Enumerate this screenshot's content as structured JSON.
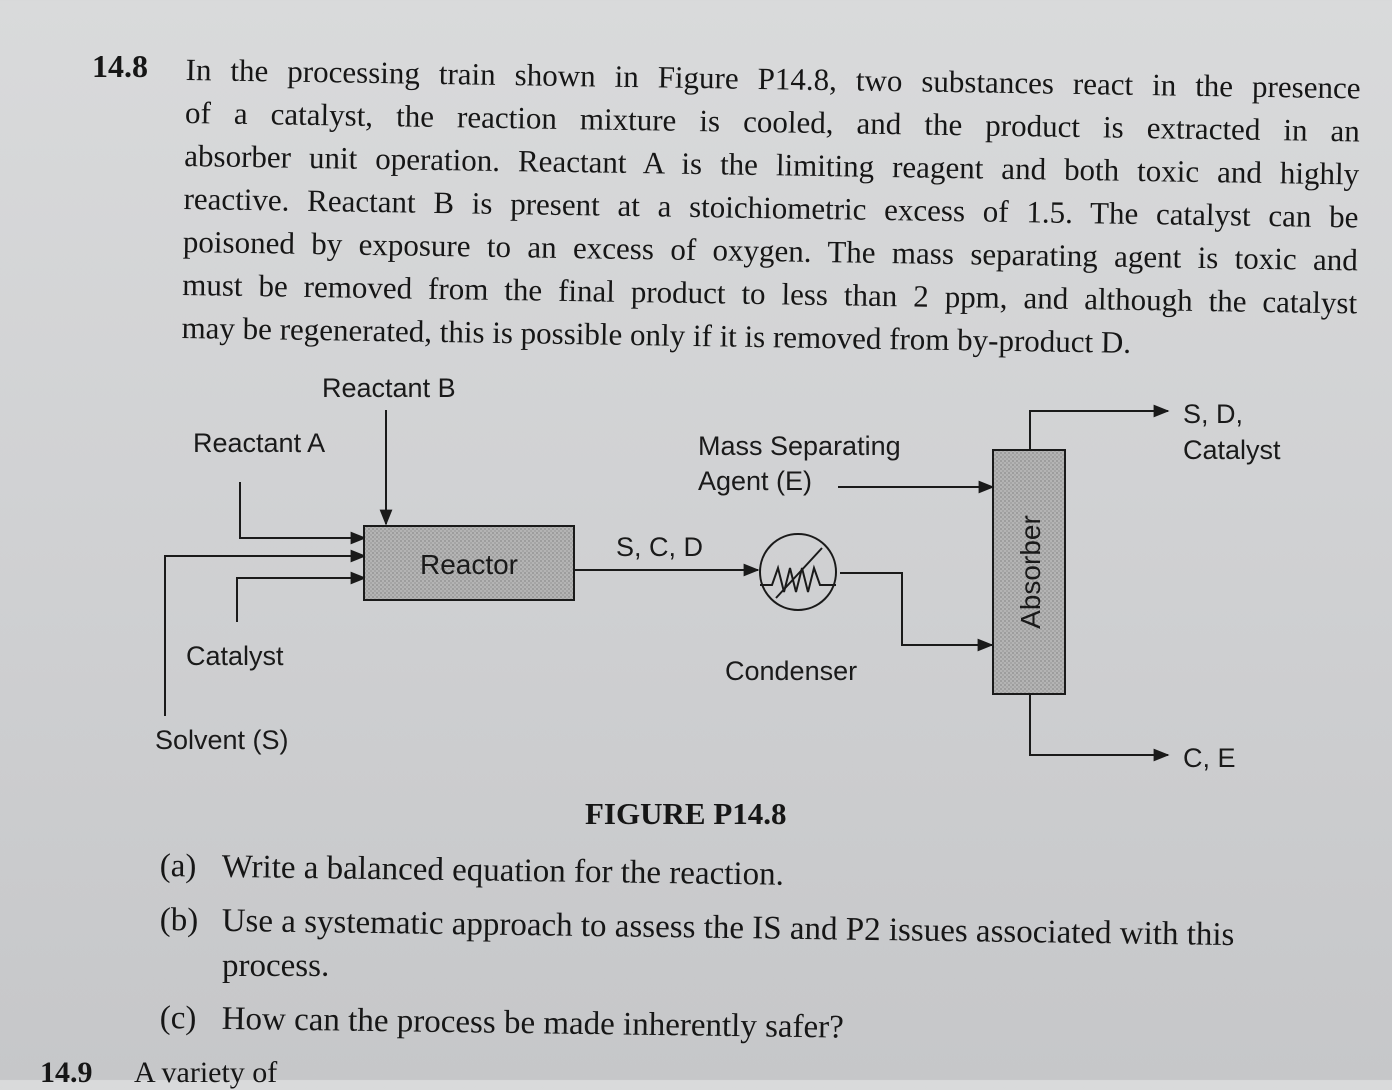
{
  "problem": {
    "number": "14.8",
    "lines": [
      "In the processing train shown in Figure P14.8, two substances react in the presence",
      "of a catalyst, the reaction mixture is cooled, and the product is extracted in an",
      "absorber unit operation. Reactant A is the limiting reagent and both toxic and highly",
      "reactive. Reactant B is present at a stoichiometric excess of 1.5. The catalyst can be",
      "poisoned by exposure to an excess of oxygen. The mass separating agent is toxic and",
      "must be removed from the final product to less than 2 ppm, and although the catalyst",
      "may be regenerated, this is possible only if it is removed from by-product D."
    ]
  },
  "figure": {
    "labels": {
      "reactant_b": "Reactant B",
      "reactant_a": "Reactant A",
      "catalyst": "Catalyst",
      "solvent": "Solvent (S)",
      "reactor": "Reactor",
      "reactor_outlet": "S, C, D",
      "msa_line1": "Mass Separating",
      "msa_line2": "Agent (E)",
      "condenser": "Condenser",
      "absorber": "Absorber",
      "top_product_line1": "S, D,",
      "top_product_line2": "Catalyst",
      "bottom_product": "C, E"
    },
    "caption": "FIGURE P14.8"
  },
  "questions": [
    {
      "tag": "(a)",
      "text": "Write a balanced equation for the reaction."
    },
    {
      "tag": "(b)",
      "text": "Use a systematic approach to assess the IS and P2 issues associated with this",
      "continuation": "process."
    },
    {
      "tag": "(c)",
      "text": "How can the process be made inherently safer?"
    }
  ],
  "next_problem": {
    "number": "14.9",
    "text": "A variety of"
  }
}
